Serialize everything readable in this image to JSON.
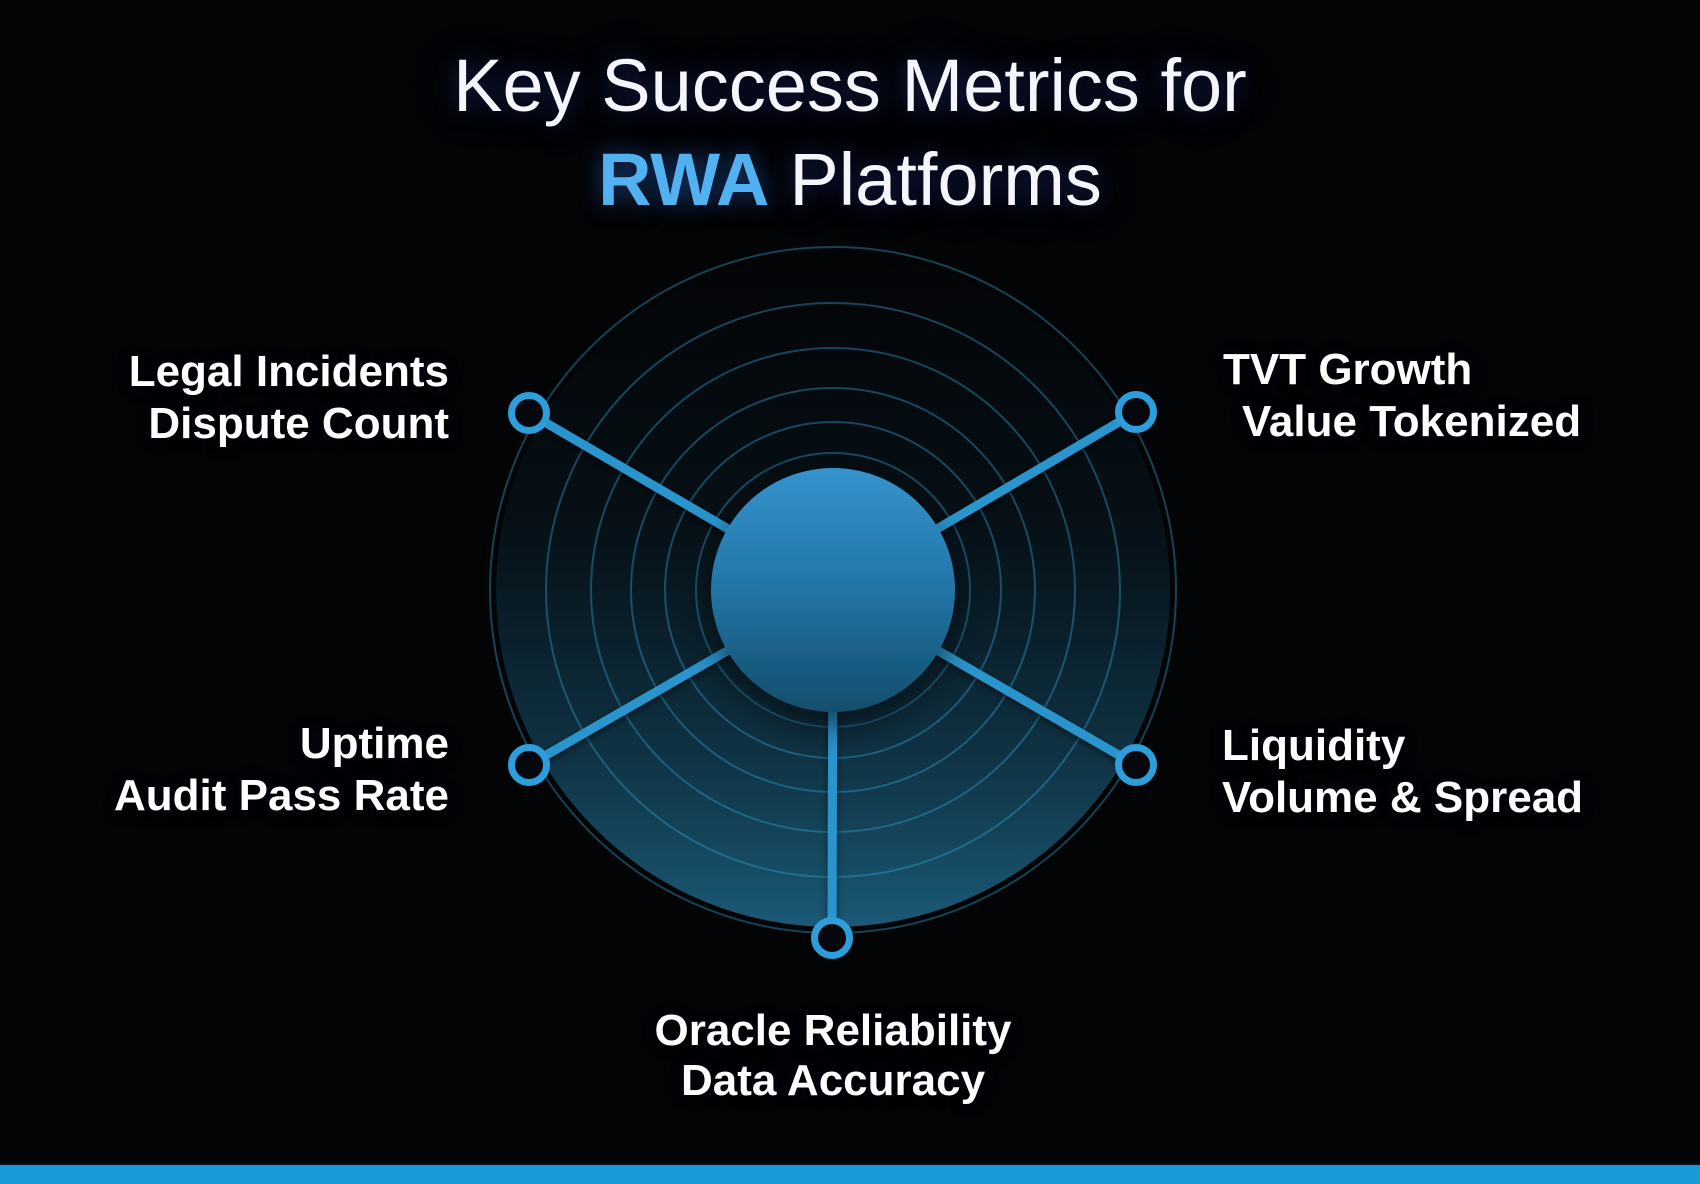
{
  "title": {
    "line1": "Key Success Metrics for",
    "line2_highlight": "RWA",
    "line2_rest": "Platforms"
  },
  "metrics": [
    {
      "id": "legal",
      "position": "top-left",
      "line1": "Legal Incidents",
      "line2": "Dispute Count"
    },
    {
      "id": "tvt",
      "position": "top-right",
      "line1": "TVT Growth",
      "line2": "Value Tokenized"
    },
    {
      "id": "uptime",
      "position": "mid-left",
      "line1": "Uptime",
      "line2": "Audit Pass Rate"
    },
    {
      "id": "liquidity",
      "position": "mid-right",
      "line1": "Liquidity",
      "line2": "Volume & Spread"
    },
    {
      "id": "oracle",
      "position": "bottom",
      "line1": "Oracle Reliability",
      "line2": "Data Accuracy"
    }
  ],
  "colors": {
    "background": "#030406",
    "title_text": "#F4F6FB",
    "title_highlight": "#52B1F1",
    "accent_blue": "#2A94CC",
    "node_stroke": "#2C9EDC",
    "ring_line": "#34A0D2",
    "footer_bar": "#189BD8",
    "label_text": "#FFFFFF"
  }
}
